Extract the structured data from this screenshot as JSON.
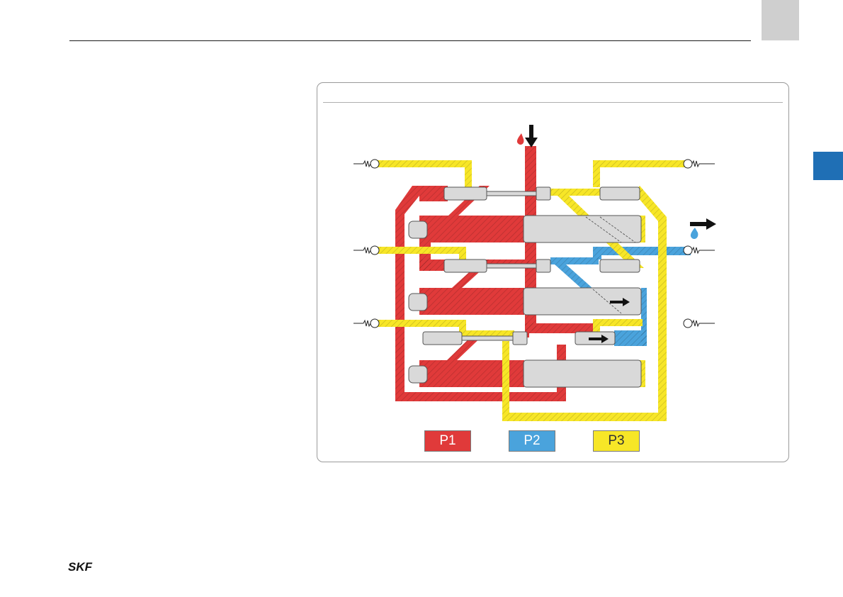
{
  "colors": {
    "p1": "#e03a3a",
    "p2": "#4aa3dc",
    "p3": "#f7e627",
    "piston": "#d9d9d9",
    "accent_tab": "#1f6fb5",
    "corner_tab": "#cfcfcf"
  },
  "legend": [
    {
      "label": "P1",
      "color": "#e03a3a"
    },
    {
      "label": "P2",
      "color": "#4aa3dc"
    },
    {
      "label": "P3",
      "color": "#f7e627"
    }
  ],
  "icons": {
    "inlet": "lubricant-drop-red-icon",
    "outlet": "lubricant-drop-blue-icon",
    "check_valve": "check-valve-icon",
    "flow_arrow": "flow-arrow-icon"
  },
  "logo": {
    "text": "SKF"
  }
}
